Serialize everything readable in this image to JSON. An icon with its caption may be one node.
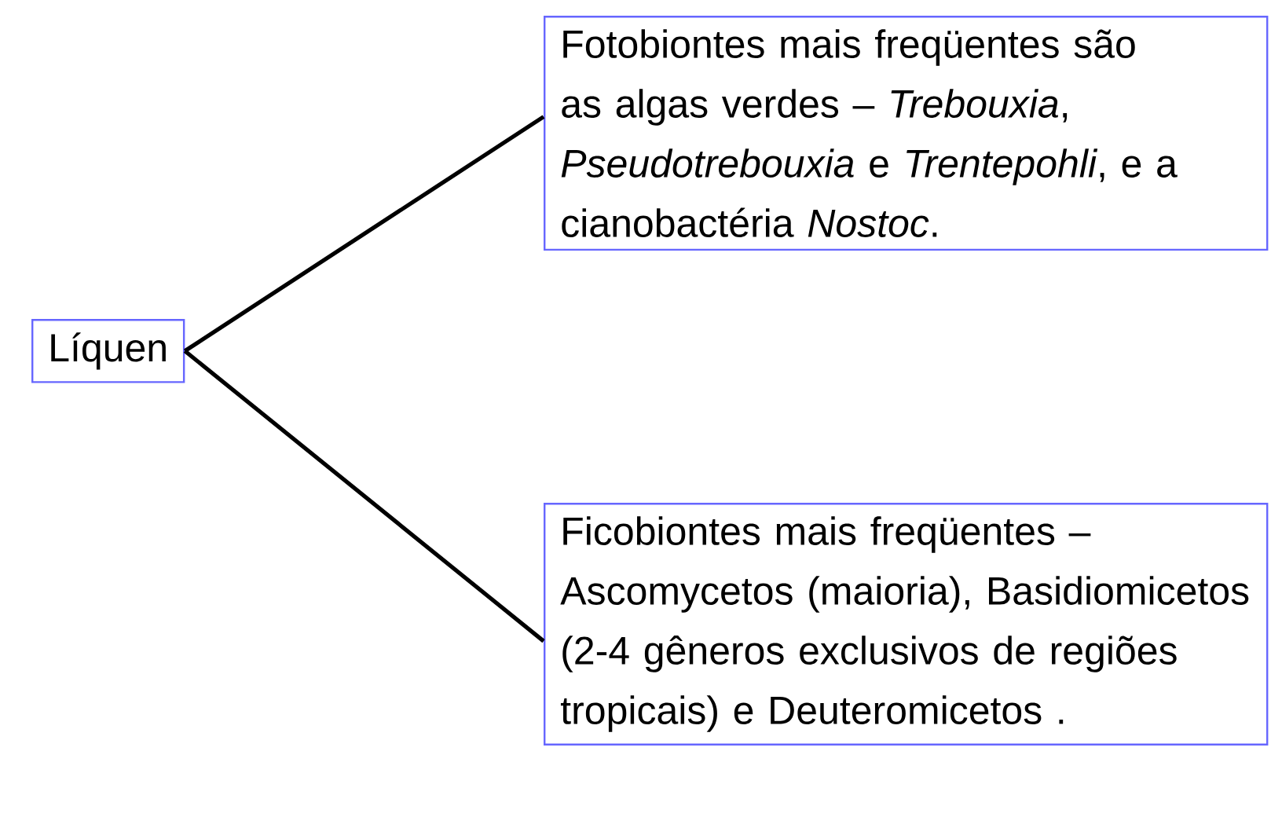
{
  "diagram": {
    "nodes": [
      {
        "text": [
          "Líquen"
        ]
      },
      {
        "text": [
          "Fotobiontes mais freqüentes são as algas verdes – *Trebouxia*, *Pseudotrebouxia* e *Trentepohli*, e a cianobactéria *Nostoc*."
        ]
      },
      {
        "text": [
          "Ficobiontes mais freqüentes – Ascomycetos (maioria), Basidiomicetos (2-4 gêneros exclusivos de regiões tropicais) e Deuteromicetos ."
        ]
      }
    ],
    "edges": [
      {
        "from": 0,
        "to": 1,
        "arrow": "none"
      },
      {
        "from": 0,
        "to": 2,
        "arrow": "none"
      }
    ]
  }
}
